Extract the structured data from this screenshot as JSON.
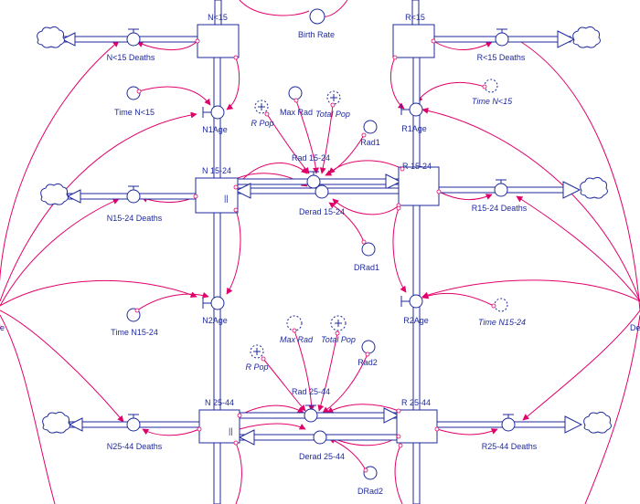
{
  "stocks": {
    "n_lt15": "N<15",
    "r_lt15": "R<15",
    "n_15_24": "N 15-24",
    "r_15_24": "R 15-24",
    "n_25_44": "N 25-44",
    "r_25_44": "R 25-44"
  },
  "flows": {
    "n_lt15_deaths": "N<15 Deaths",
    "r_lt15_deaths": "R<15 Deaths",
    "n1age": "N1Age",
    "r1age": "R1Age",
    "rad_15_24": "Rad 15-24",
    "derad_15_24": "Derad 15-24",
    "n15_24_deaths": "N15-24 Deaths",
    "r15_24_deaths": "R15-24 Deaths",
    "n2age": "N2Age",
    "r2age": "R2Age",
    "rad_25_44": "Rad 25-44",
    "derad_25_44": "Derad 25-44",
    "n25_44_deaths": "N25-44 Deaths",
    "r25_44_deaths": "R25-44 Deaths"
  },
  "auxiliaries": {
    "birth_rate": "Birth Rate",
    "time_n_lt15": "Time N<15",
    "time_n_lt15_ghost": "Time N<15",
    "r_pop_1": "R Pop",
    "max_rad_1": "Max Rad",
    "total_pop_1": "Total Pop",
    "rad1": "Rad1",
    "drad1": "DRad1",
    "time_n15_24": "Time N15-24",
    "time_n15_24_ghost": "Time N15-24",
    "r_pop_2": "R Pop",
    "max_rad_2": "Max Rad",
    "total_pop_2": "Total Pop",
    "rad2": "Rad2",
    "drad2": "DRad2",
    "left_edge": "e",
    "right_edge": "De"
  }
}
